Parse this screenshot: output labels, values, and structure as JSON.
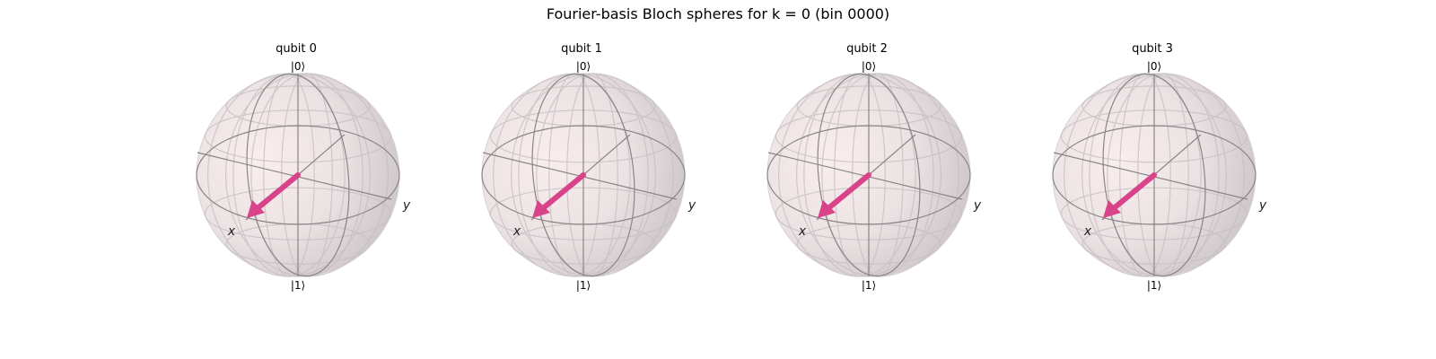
{
  "figure": {
    "title": "Fourier-basis Bloch spheres for k = 0 (bin 0000)"
  },
  "spheres": [
    {
      "title": "qubit 0",
      "top_label": "|0⟩",
      "bottom_label": "|1⟩",
      "x_label": "x",
      "y_label": "y"
    },
    {
      "title": "qubit 1",
      "top_label": "|0⟩",
      "bottom_label": "|1⟩",
      "x_label": "x",
      "y_label": "y"
    },
    {
      "title": "qubit 2",
      "top_label": "|0⟩",
      "bottom_label": "|1⟩",
      "x_label": "x",
      "y_label": "y"
    },
    {
      "title": "qubit 3",
      "top_label": "|0⟩",
      "bottom_label": "|1⟩",
      "x_label": "x",
      "y_label": "y"
    }
  ],
  "state_vector_color": "#d9438a",
  "state_vector_direction": "+x"
}
